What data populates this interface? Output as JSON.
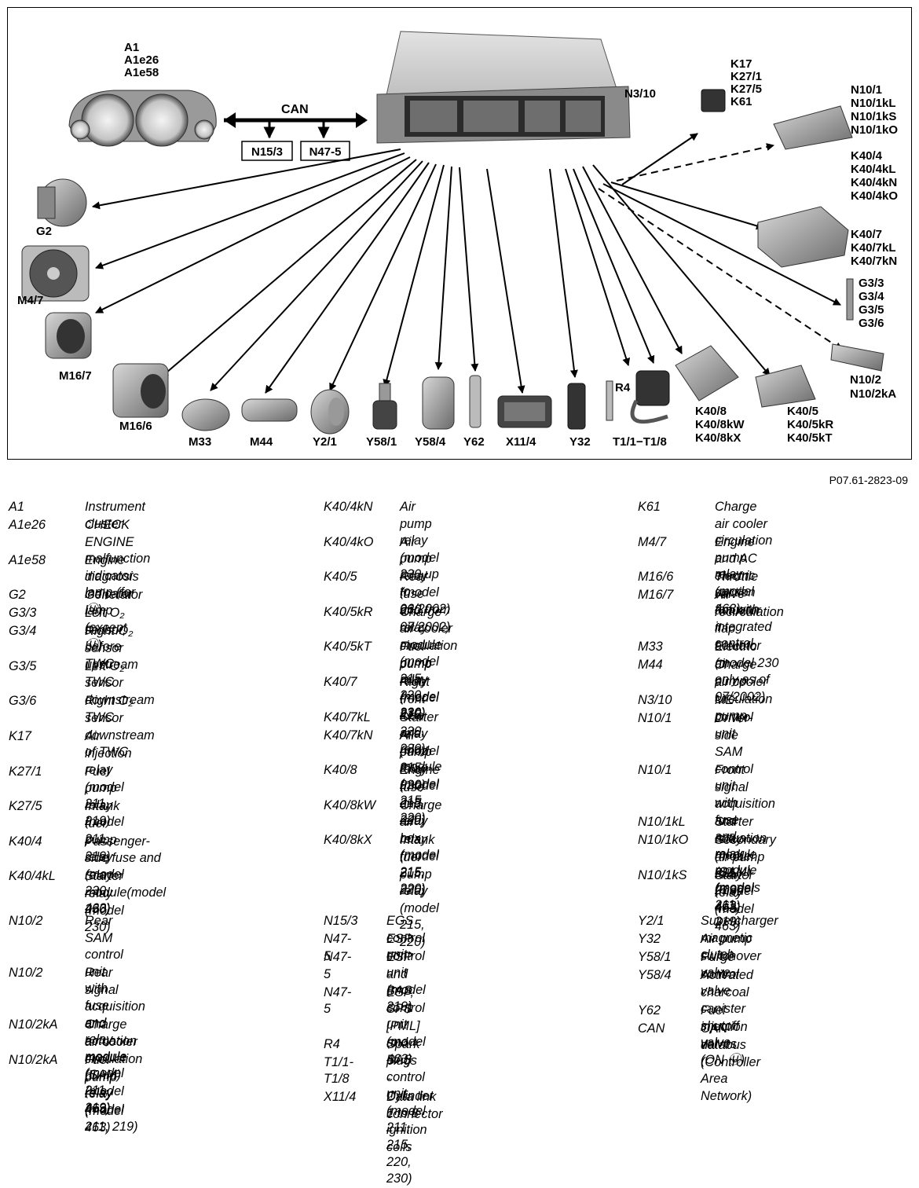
{
  "diagram": {
    "center_label": "N3/10",
    "can_label": "CAN",
    "can_nodes": [
      "N15/3",
      "N47-5"
    ],
    "components": [
      {
        "id": "a1",
        "label": "A1\nA1e26\nA1e58"
      },
      {
        "id": "g2",
        "label": "G2"
      },
      {
        "id": "m47",
        "label": "M4/7"
      },
      {
        "id": "m167",
        "label": "M16/7"
      },
      {
        "id": "m166",
        "label": "M16/6"
      },
      {
        "id": "m33",
        "label": "M33"
      },
      {
        "id": "m44",
        "label": "M44"
      },
      {
        "id": "y21",
        "label": "Y2/1"
      },
      {
        "id": "y581",
        "label": "Y58/1"
      },
      {
        "id": "y584",
        "label": "Y58/4"
      },
      {
        "id": "y62",
        "label": "Y62"
      },
      {
        "id": "x114",
        "label": "X11/4"
      },
      {
        "id": "y32",
        "label": "Y32"
      },
      {
        "id": "r4",
        "label": "R4"
      },
      {
        "id": "t11",
        "label": "T1/1−T1/8"
      },
      {
        "id": "k408",
        "label": "K40/8\nK40/8kW\nK40/8kX"
      },
      {
        "id": "k405",
        "label": "K40/5\nK40/5kR\nK40/5kT"
      },
      {
        "id": "n102",
        "label": "N10/2\nN10/2kA"
      },
      {
        "id": "g33",
        "label": "G3/3\nG3/4\nG3/5\nG3/6"
      },
      {
        "id": "k407",
        "label": "K40/7\nK40/7kL\nK40/7kN"
      },
      {
        "id": "k404",
        "label": "K40/4\nK40/4kL\nK40/4kN\nK40/4kO"
      },
      {
        "id": "n101",
        "label": "N10/1\nN10/1kL\nN10/1kS\nN10/1kO"
      },
      {
        "id": "k17",
        "label": "K17\nK27/1\nK27/5\nK61"
      }
    ]
  },
  "figure_ref": "P07.61-2823-09",
  "legend": {
    "col1a": [
      {
        "code": "A1",
        "desc": "Instrument cluster"
      },
      {
        "code": "A1e26",
        "desc": "CHECK ENGINE malfunction\nindicator lamp (for Ⓤ)"
      },
      {
        "code": "A1e58",
        "desc": "Engine diagnosis indicator\nlamp (except Ⓤ)"
      },
      {
        "code": "G2",
        "desc": "Generator"
      },
      {
        "code": "G3/3",
        "desc": "Left O₂ sensor, before TWC"
      },
      {
        "code": "G3/4",
        "desc": "Right O₂ sensor upstream\nTWC"
      },
      {
        "code": "G3/5",
        "desc": "Left O₂ sensor downstream\nTWC"
      },
      {
        "code": "G3/6",
        "desc": "Right O₂ sensor downstream\nof TWC"
      },
      {
        "code": "K17",
        "desc": "Air injection relay\n(model 211, 219)"
      },
      {
        "code": "K27/1",
        "desc": "Fuel pump relay\n(model 211, 219)"
      },
      {
        "code": "K27/5",
        "desc": "Intank fuel pump relay (model\n230, 463)"
      },
      {
        "code": "K40/4",
        "desc": "Passenger-side fuse and relay\nmodule(model 230)"
      },
      {
        "code": "K40/4kL",
        "desc": "Starter relay (model 230)"
      }
    ],
    "col2a": [
      {
        "code": "K40/4kN",
        "desc": "Air pump relay\n(model 230 up to 06/2002)"
      },
      {
        "code": "K40/4kO",
        "desc": "Air pump relay\n(model 230 from 07/2002)"
      },
      {
        "code": "K40/5",
        "desc": "Rear fuse and relay module\n(model 215, 220, 230)"
      },
      {
        "code": "K40/5kR",
        "desc": "Charge air cooler circulation\npump relay (model 230)"
      },
      {
        "code": "K40/5kT",
        "desc": "Fuel pump relay\n(model 215, 220, 230)"
      },
      {
        "code": "K40/7",
        "desc": "Right front fuse and relay\nmodule (model 215, 220)"
      },
      {
        "code": "K40/7kL",
        "desc": "Starter relay (model 215, 220)"
      },
      {
        "code": "K40/7kN",
        "desc": "Air pump relay\n(model 215, 220)"
      },
      {
        "code": "K40/8",
        "desc": "Engine fuse and relay box\n(model 215, 220)"
      },
      {
        "code": "K40/8kW",
        "desc": "Charge air relay (model 215,\n220)"
      },
      {
        "code": "K40/8kX",
        "desc": "Intank fuel pump relay (model\n215, 220)"
      }
    ],
    "col3a": [
      {
        "code": "K61",
        "desc": "Charge air cooler circulation\npump relay (model 463)"
      },
      {
        "code": "M4/7",
        "desc": "Engine and AC electric suction\nfan with integrated control"
      },
      {
        "code": "M16/6",
        "desc": "Throttle valve actuator"
      },
      {
        "code": "M16/7",
        "desc": "Air recirculation flap actuator\n(model 230 only as of\n07/2002)"
      },
      {
        "code": "M33",
        "desc": "Electric air pump"
      },
      {
        "code": "M44",
        "desc": "Charge air cooler circulation\npump"
      },
      {
        "code": "N3/10",
        "desc": "ME control unit"
      },
      {
        "code": "N10/1",
        "desc": "Driver-side SAM control unit\nwith fuse and relay module\n(models 211, 219)"
      },
      {
        "code": "N10/1",
        "desc": "Front signal acquisition and\nactuation module (SAM)\n(model 463)"
      },
      {
        "code": "N10/1kL",
        "desc": "Starter relay (model 211, 219)"
      },
      {
        "code": "N10/1kO",
        "desc": "Secondary air pump relay\n(model 463)"
      },
      {
        "code": "N10/1kS",
        "desc": "Starter relay (model 463)"
      }
    ],
    "col1b": [
      {
        "code": "N10/2",
        "desc": "Rear SAM control unit with\nfuse and relay module (model\n211, 219)"
      },
      {
        "code": "N10/2",
        "desc": "Rear signal acquisition and\nactuation module (SAM)\n(model 463)"
      },
      {
        "code": "N10/2kA",
        "desc": "Charge air cooler circulation\npump relay (model 211, 219)"
      },
      {
        "code": "N10/2kA",
        "desc": "Fuel pump relay\n(model 463)"
      }
    ],
    "col2b": [
      {
        "code": "N15/3",
        "desc": "EGS control unit"
      },
      {
        "code": "N47-5",
        "desc": "ESP control unit (model 219)"
      },
      {
        "code": "N47-5",
        "desc": "ESP and BAS control unit\n(model 463)"
      },
      {
        "code": "N47-5",
        "desc": "ESP, SPS [PML] and BAS\ncontrol unit (model 211, 215, 220,\n230)"
      },
      {
        "code": "R4",
        "desc": "Spark plugs"
      },
      {
        "code": "T1/1-\nT1/8",
        "desc": "\n- Cylinder 1 to 8 ignition coils"
      },
      {
        "code": "X11/4",
        "desc": "Data link connector"
      }
    ],
    "col3b": [
      {
        "code": "Y2/1",
        "desc": "Supercharger magnetic clutch"
      },
      {
        "code": "Y32",
        "desc": "Air pump switchover valve"
      },
      {
        "code": "Y58/1",
        "desc": "Purge control valve"
      },
      {
        "code": "Y58/4",
        "desc": "Activated charcoal canister\nshutoff valve (ON Ⓤ)"
      },
      {
        "code": "Y62",
        "desc": "Fuel injection valves"
      },
      {
        "code": "CAN",
        "desc": "CAN databus\n(Controller Area Network)"
      }
    ]
  }
}
